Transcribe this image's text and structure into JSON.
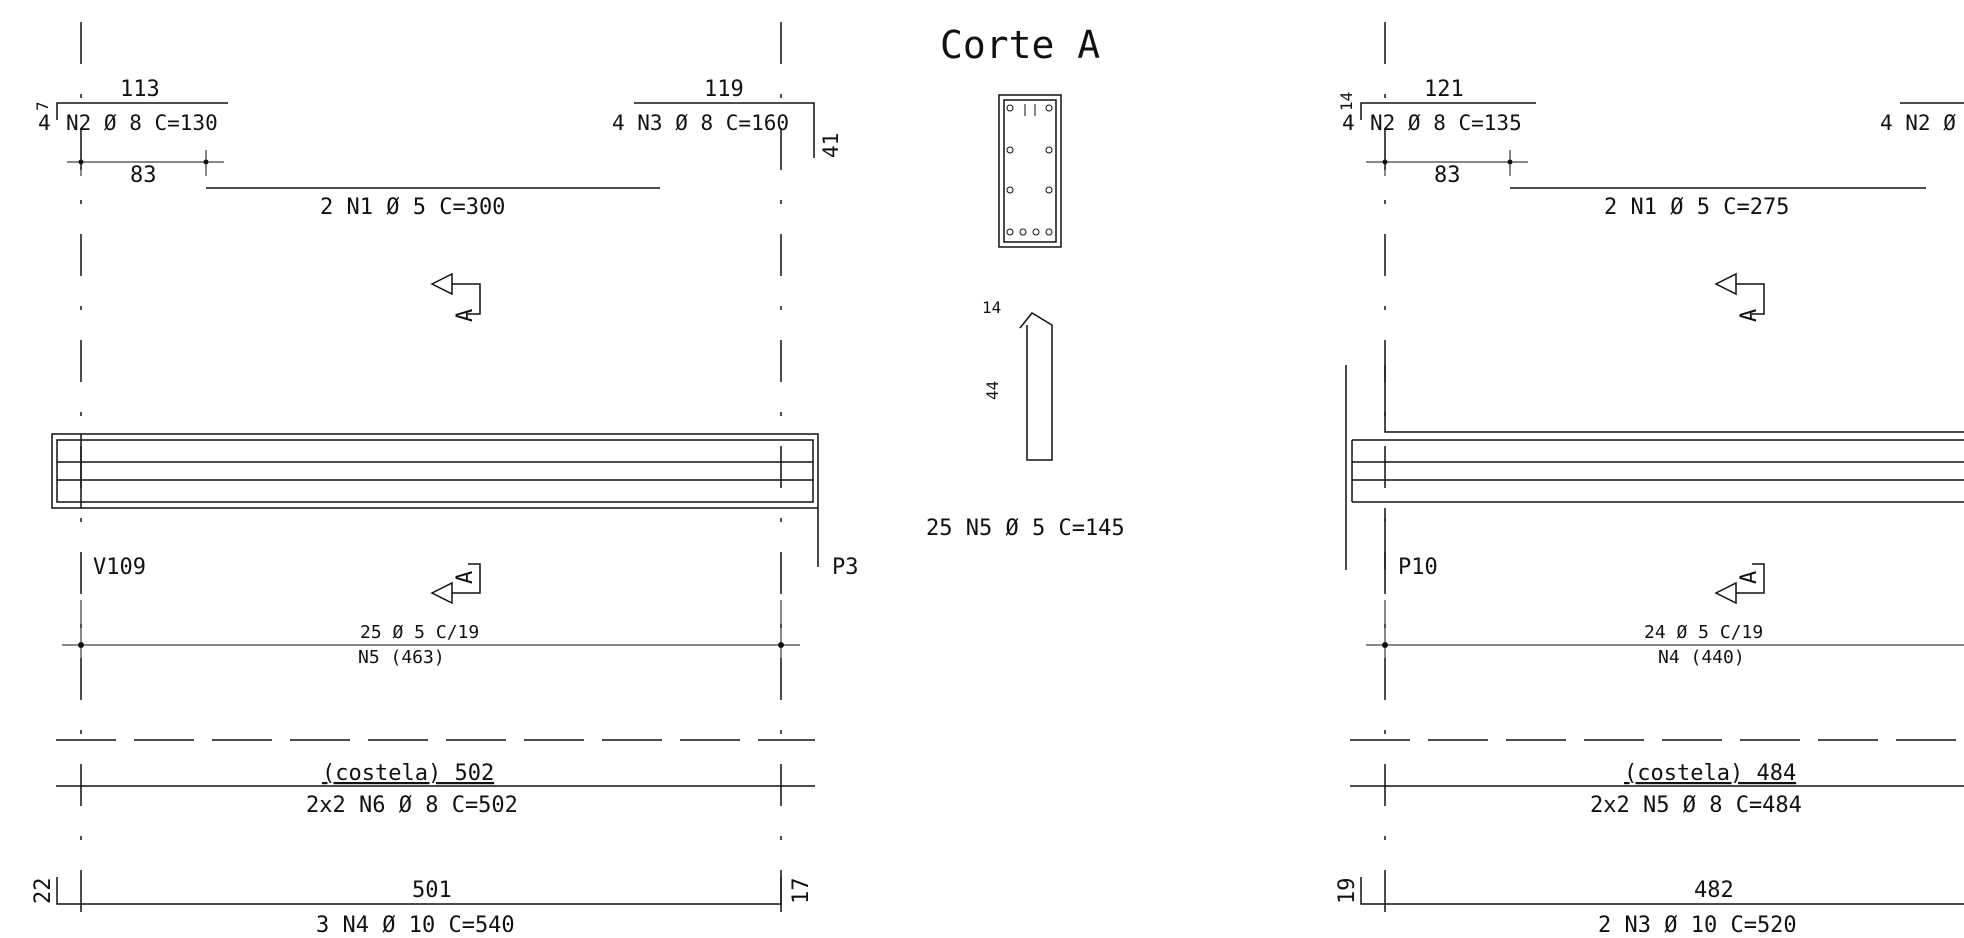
{
  "section": {
    "title": "Corte A",
    "stirrup_hook": "14",
    "stirrup_height": "44",
    "stirrup_label": "25 N5 Ø 5 C=145"
  },
  "beam_left": {
    "name": "V109",
    "support_label": "P3",
    "top_left_length": "113",
    "top_left_hook": "7",
    "top_left_hook_b": "4",
    "top_left_label": "N2 Ø 8 C=130",
    "top_left_label_prefix": "4",
    "top_right_length": "119",
    "top_right_label": "4 N3 Ø 8 C=160",
    "top_right_hook": "41",
    "offset_dim": "83",
    "top_bar_label": "2 N1 Ø 5 C=300",
    "section_mark": "A",
    "stirrups_line1": "25 Ø 5 C/19",
    "stirrups_line2": "N5 (463)",
    "rib_label": "(costela) 502",
    "rib_bar_label": "2x2 N6 Ø 8 C=502",
    "bottom_left_hook": "22",
    "bottom_length": "501",
    "bottom_right_hook": "17",
    "bottom_bar_label": "3 N4 Ø 10 C=540"
  },
  "beam_right": {
    "support_label": "P10",
    "top_left_length": "121",
    "top_left_hook": "14",
    "top_left_hook_b": "4",
    "top_left_label": "N2 Ø 8 C=135",
    "top_right_label": "4 N2 Ø",
    "offset_dim": "83",
    "top_bar_label": "2 N1 Ø 5 C=275",
    "section_mark": "A",
    "stirrups_line1": "24 Ø 5 C/19",
    "stirrups_line2": "N4 (440)",
    "rib_label": "(costela) 484",
    "rib_bar_label": "2x2 N5 Ø 8 C=484",
    "bottom_left_hook": "19",
    "bottom_length": "482",
    "bottom_bar_label": "2 N3 Ø 10 C=520"
  }
}
